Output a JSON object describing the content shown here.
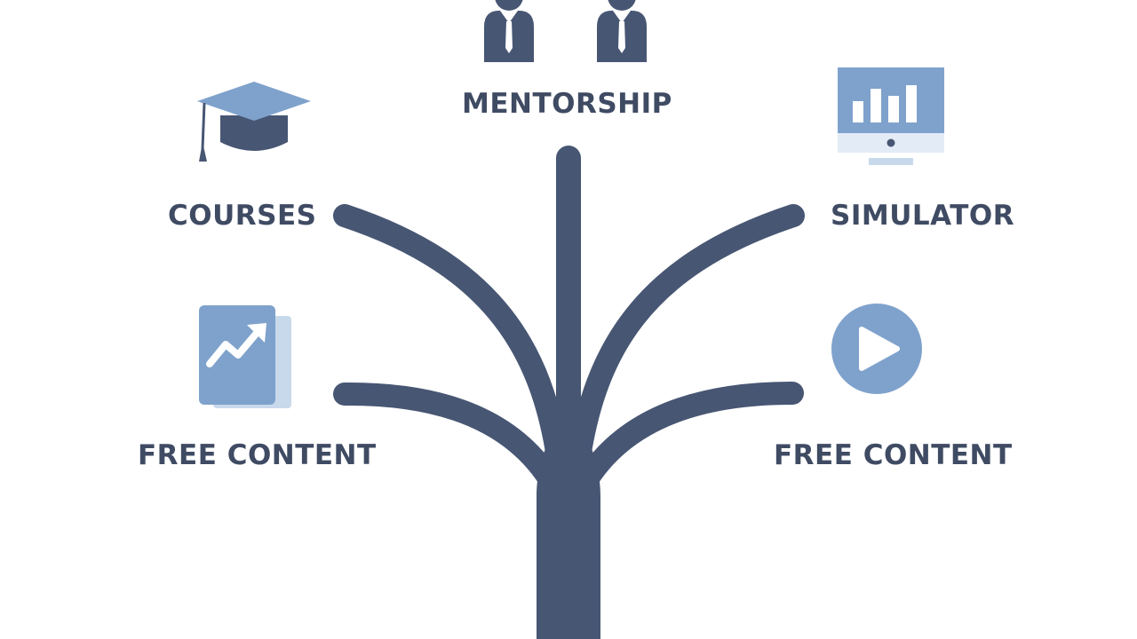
{
  "colors": {
    "primary": "#475673",
    "accent": "#7fa2cc",
    "light": "#c9d9ec",
    "background": "#ffffff"
  },
  "branches": [
    {
      "id": "mentorship",
      "label": "MENTORSHIP",
      "icon": "mentors-icon"
    },
    {
      "id": "courses",
      "label": "COURSES",
      "icon": "graduation-cap-icon"
    },
    {
      "id": "simulator",
      "label": "SIMULATOR",
      "icon": "monitor-bar-chart-icon"
    },
    {
      "id": "free_content_left",
      "label": "FREE CONTENT",
      "icon": "trending-chart-book-icon"
    },
    {
      "id": "free_content_right",
      "label": "FREE CONTENT",
      "icon": "play-button-icon"
    }
  ]
}
